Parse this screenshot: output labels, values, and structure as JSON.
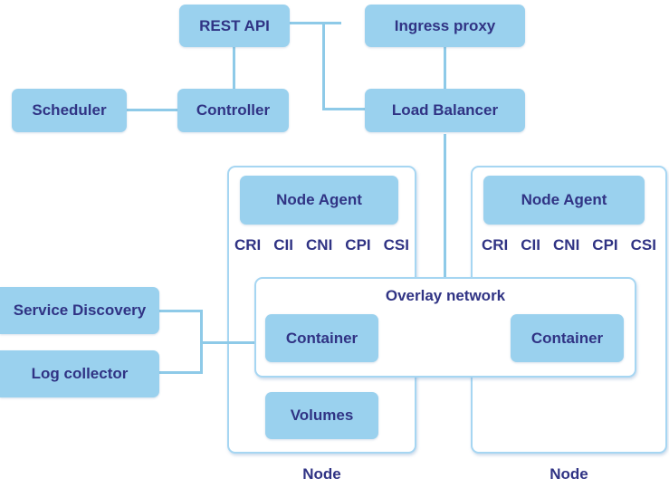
{
  "colors": {
    "box_fill": "#9ad1ee",
    "text_navy": "#303384",
    "line": "#8ecae8",
    "node_border": "#a6d6f2",
    "node_fill": "#ffffff"
  },
  "control_plane": {
    "rest_api": "REST API",
    "ingress_proxy": "Ingress proxy",
    "scheduler": "Scheduler",
    "controller": "Controller",
    "load_balancer": "Load Balancer"
  },
  "cluster_services": {
    "service_discovery": "Service Discovery",
    "log_collector": "Log collector"
  },
  "overlay": {
    "title": "Overlay network"
  },
  "nodes": [
    {
      "label": "Node",
      "agent": "Node Agent",
      "interfaces": [
        "CRI",
        "CII",
        "CNI",
        "CPI",
        "CSI"
      ],
      "container": "Container",
      "volumes": "Volumes"
    },
    {
      "label": "Node",
      "agent": "Node Agent",
      "interfaces": [
        "CRI",
        "CII",
        "CNI",
        "CPI",
        "CSI"
      ],
      "container": "Container"
    }
  ]
}
